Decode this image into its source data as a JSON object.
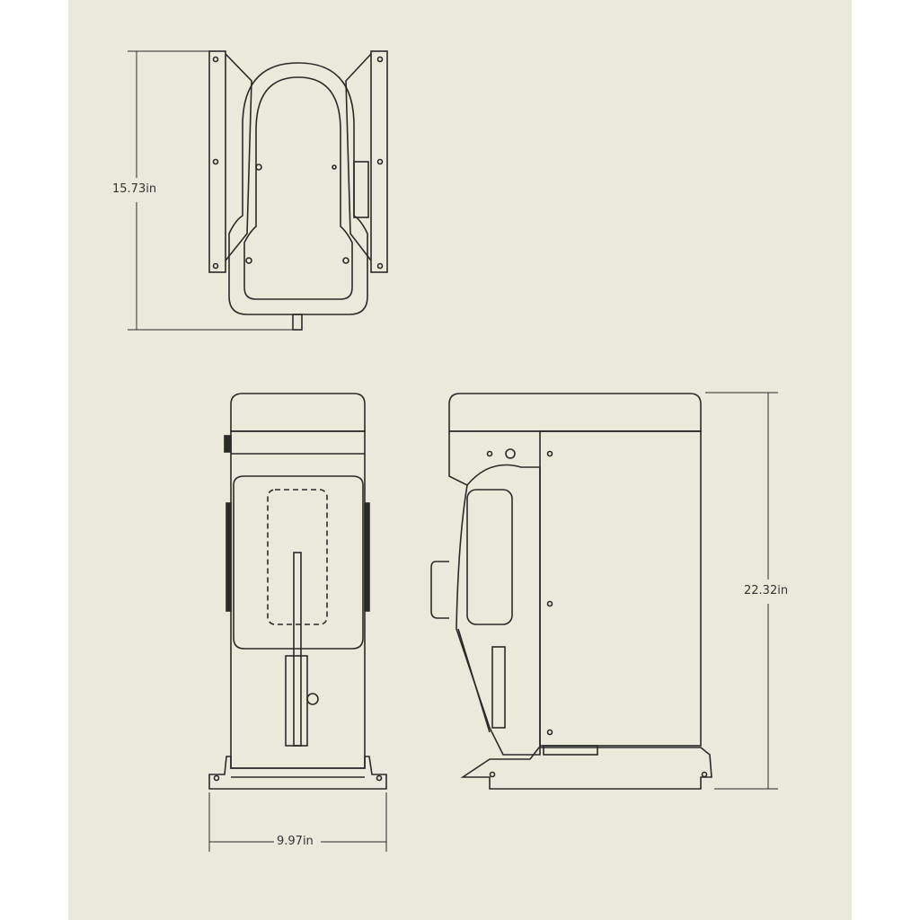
{
  "drawing": {
    "views": [
      "top-view",
      "front-view",
      "side-view"
    ],
    "dimensions": {
      "top_depth": "15.73in",
      "height": "22.32in",
      "width": "9.97in"
    },
    "colors": {
      "sheet": "#ebe9da",
      "line": "#2a2a2a",
      "margin": "#ffffff"
    }
  }
}
